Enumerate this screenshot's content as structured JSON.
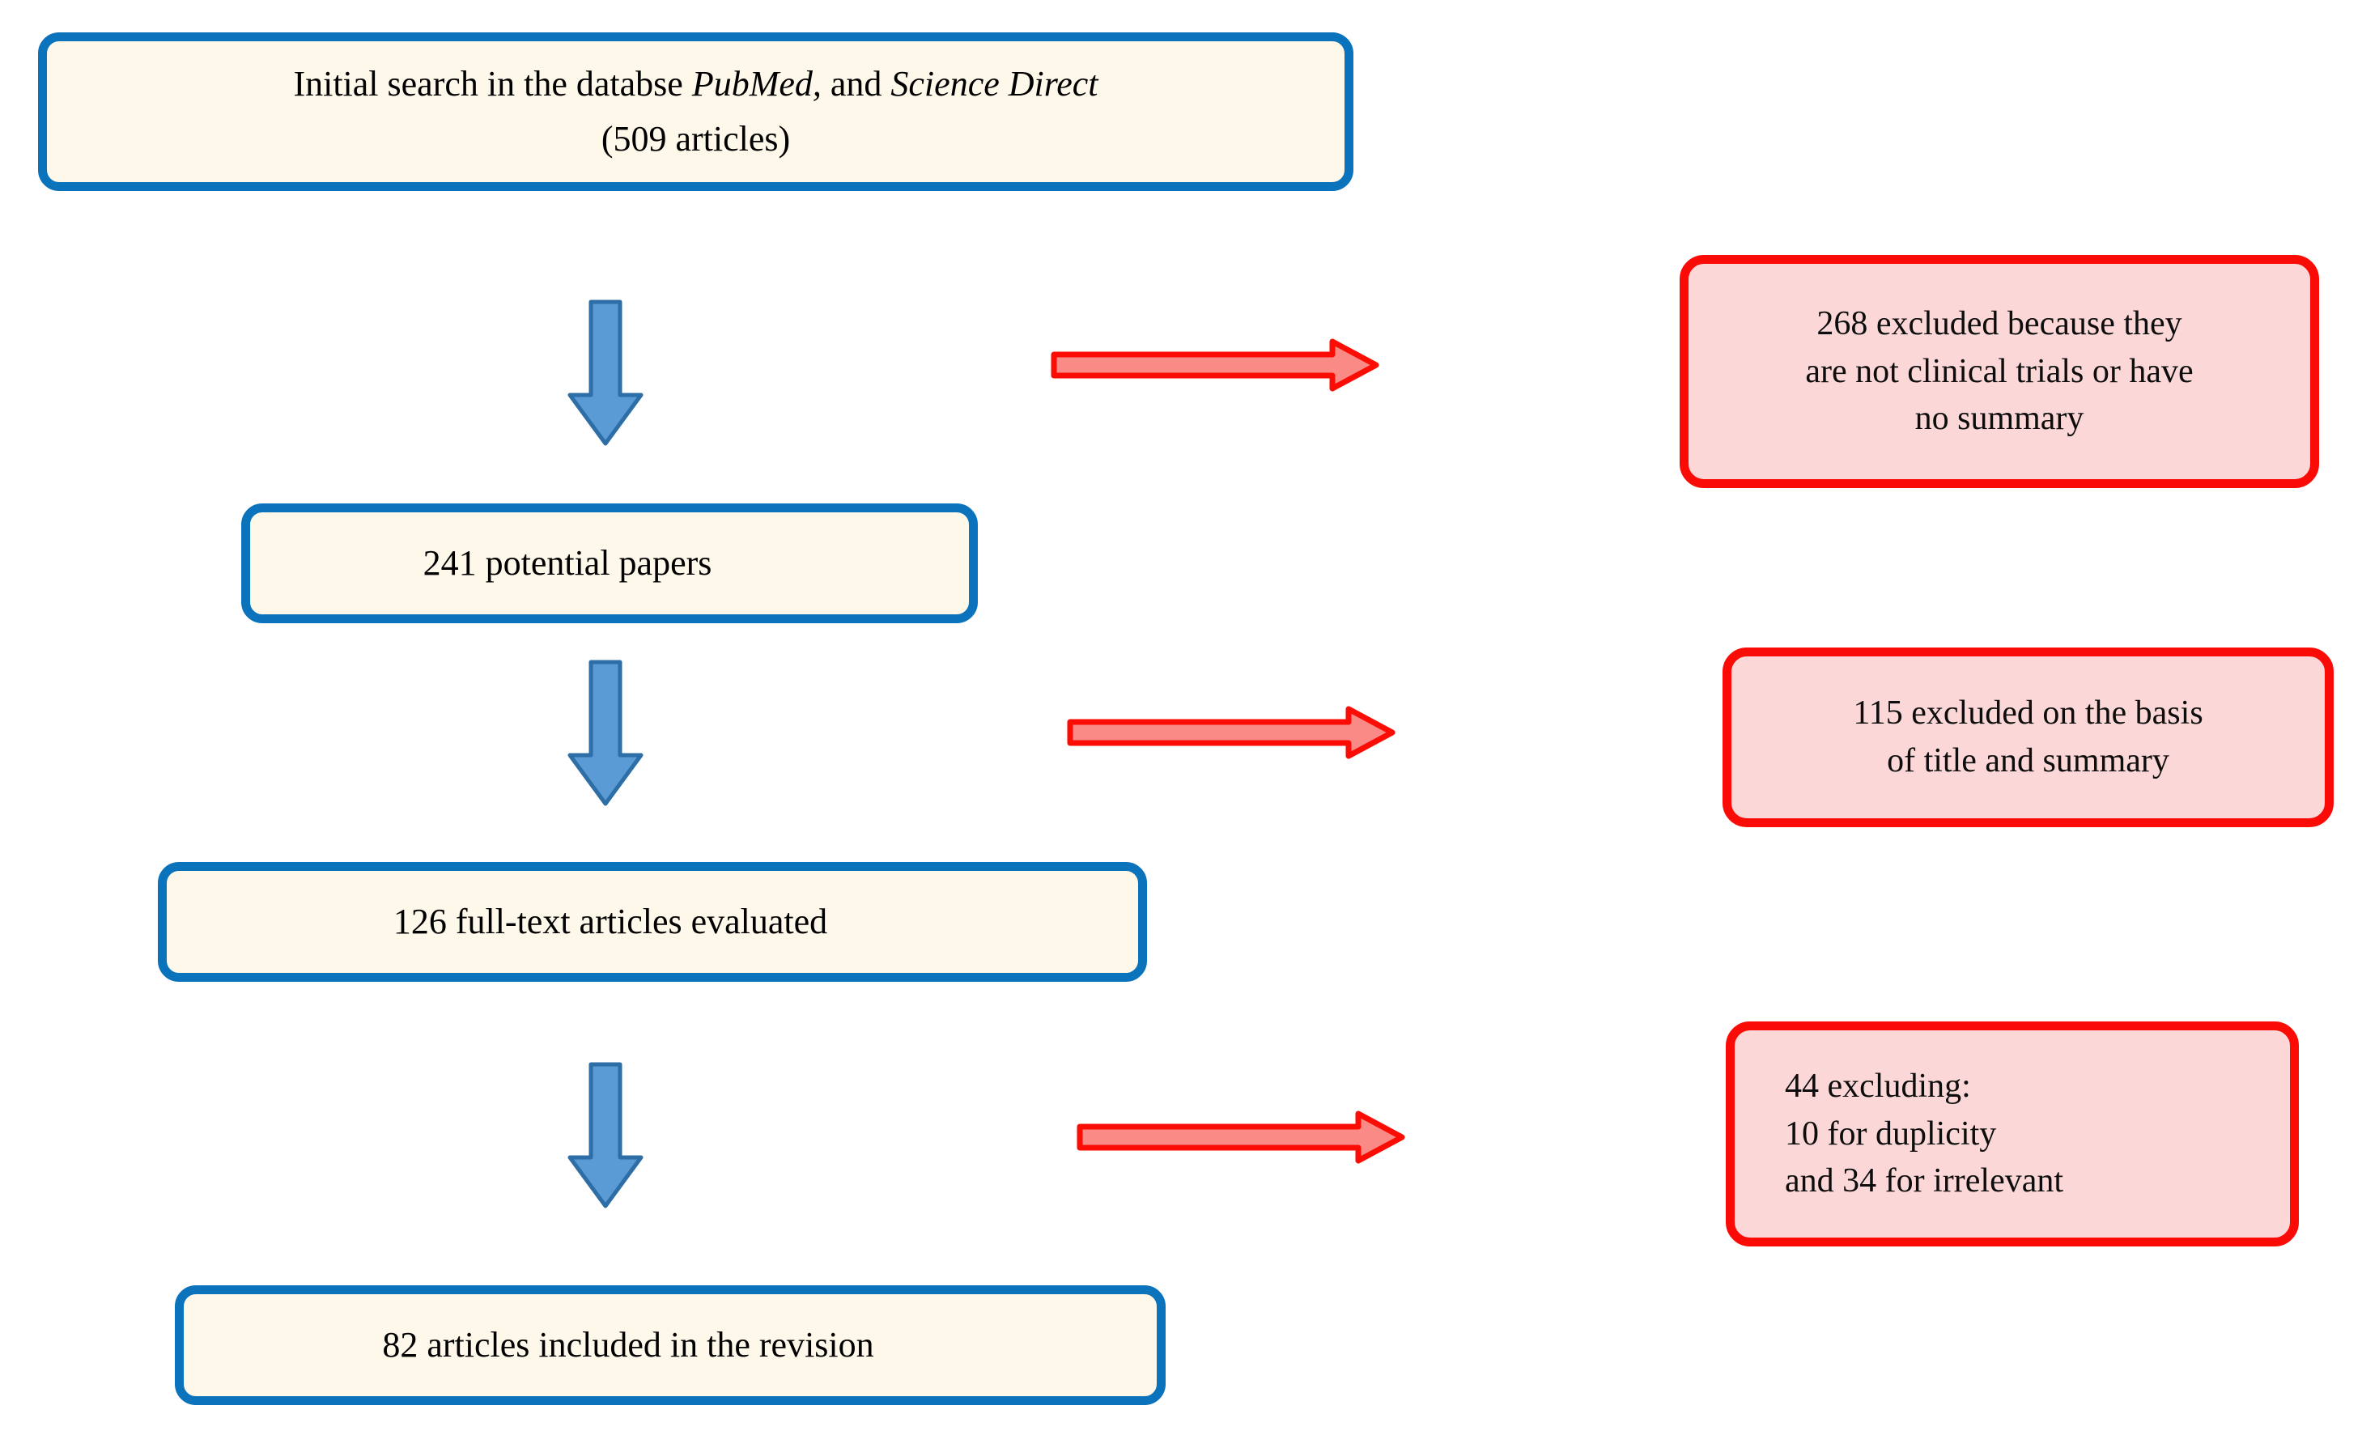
{
  "diagram": {
    "type": "prisma-flow-diagram",
    "colors": {
      "process_border": "#0B72BC",
      "process_fill": "#FDF8E9",
      "exclusion_border": "#FA0B06",
      "exclusion_fill": "#FBD8D7",
      "down_arrow_fill": "#5B9BD5",
      "down_arrow_stroke": "#2E6EA6",
      "right_arrow_fill": "#F98A85",
      "right_arrow_stroke": "#FB0D06",
      "background": "#FFFFFF",
      "text": "#000000"
    },
    "process_nodes": [
      {
        "id": "initial-search",
        "line1_prefix": "Initial search in the databse ",
        "line1_italic1": "PubMed,",
        "line1_middle": " and ",
        "line1_italic2": "Science Direct",
        "line2": "(509 articles)",
        "count": 509
      },
      {
        "id": "potential-papers",
        "label": "241 potential papers",
        "count": 241
      },
      {
        "id": "fulltext-evaluated",
        "label": "126 full-text articles evaluated",
        "count": 126
      },
      {
        "id": "included-revision",
        "label": "82 articles included in the revision",
        "count": 82
      }
    ],
    "exclusion_nodes": [
      {
        "id": "excluded-268",
        "count": 268,
        "lines": [
          "268 excluded because they",
          "are not clinical trials or have",
          "no summary"
        ]
      },
      {
        "id": "excluded-115",
        "count": 115,
        "lines": [
          "115 excluded on the basis",
          "of title and summary"
        ]
      },
      {
        "id": "excluded-44",
        "count": 44,
        "lines": [
          "44 excluding:",
          "10 for duplicity",
          "and 34 for irrelevant"
        ]
      }
    ],
    "flow_arrows": {
      "down": "down-arrow",
      "right": "right-arrow"
    }
  }
}
